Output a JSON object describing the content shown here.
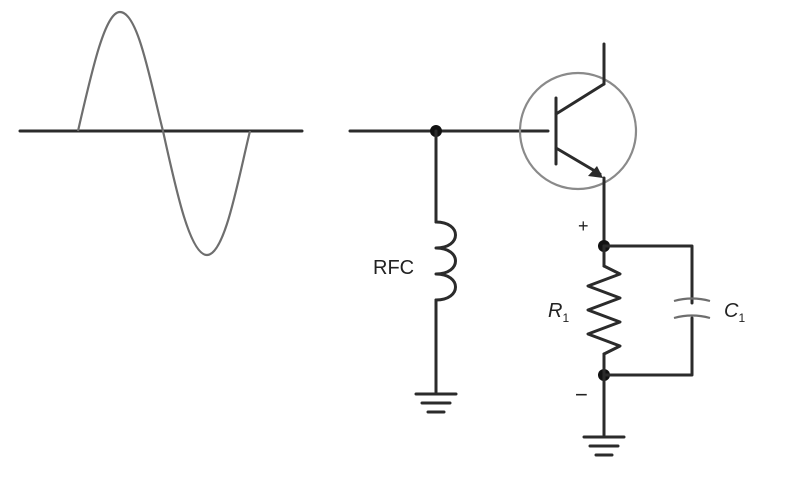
{
  "labels": {
    "rfc": "RFC",
    "r1_main": "R",
    "r1_sub": "1",
    "c1_main": "C",
    "c1_sub": "1",
    "plus": "+",
    "minus": "−"
  },
  "colors": {
    "wire": "#2b2b2b",
    "sine": "#6e6e6e",
    "transistor_outline": "#8a8a8a",
    "node": "#111111"
  },
  "icons": {
    "ground": "ground-icon",
    "transistor": "npn-transistor-icon",
    "inductor": "inductor-icon",
    "resistor": "resistor-icon",
    "capacitor": "capacitor-icon"
  }
}
